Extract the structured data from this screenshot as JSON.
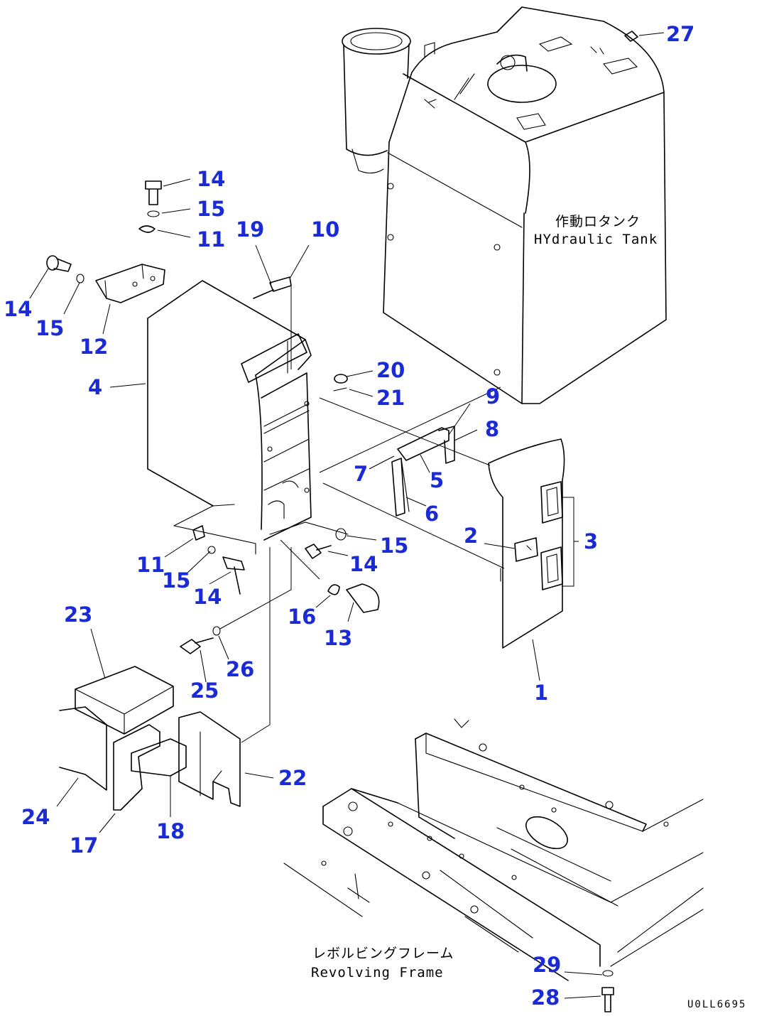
{
  "callouts": {
    "c1": "1",
    "c2": "2",
    "c3": "3",
    "c4": "4",
    "c5": "5",
    "c6": "6",
    "c7": "7",
    "c8": "8",
    "c9": "9",
    "c10": "10",
    "c11a": "11",
    "c11b": "11",
    "c12": "12",
    "c13": "13",
    "c14a": "14",
    "c14b": "14",
    "c14c": "14",
    "c14d": "14",
    "c15a": "15",
    "c15b": "15",
    "c15c": "15",
    "c15d": "15",
    "c16": "16",
    "c17": "17",
    "c18": "18",
    "c19": "19",
    "c20": "20",
    "c21": "21",
    "c22": "22",
    "c23": "23",
    "c24": "24",
    "c25": "25",
    "c26": "26",
    "c27": "27",
    "c28": "28",
    "c29": "29"
  },
  "captions": {
    "hydraulic_jp": "作動ロタンク",
    "hydraulic_en": "HYdraulic Tank",
    "frame_jp": "レボルビングフレーム",
    "frame_en": "Revolving Frame"
  },
  "drawing_code": "U0LL6695",
  "colors": {
    "callout": "#1a2bd6",
    "line": "#000000",
    "background": "#ffffff"
  }
}
